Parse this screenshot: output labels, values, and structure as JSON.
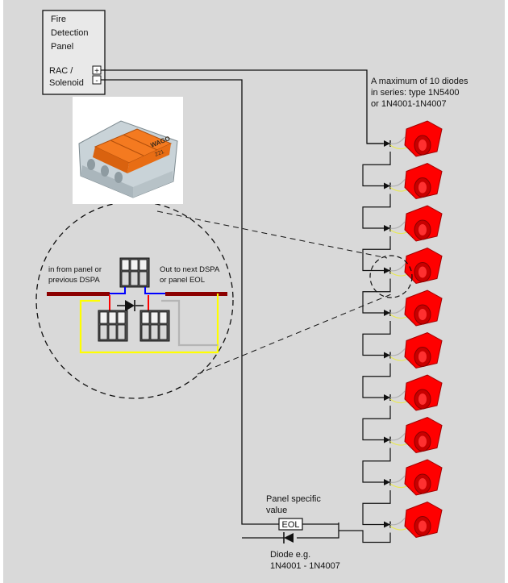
{
  "panel": {
    "title_lines": [
      "Fire",
      "Detection",
      "Panel"
    ],
    "output_lines": [
      "RAC /",
      "Solenoid"
    ],
    "plus_symbol": "+",
    "minus_symbol": "-"
  },
  "diode_note": {
    "lines": [
      "A maximum of 10 diodes",
      "in series: type 1N5400",
      "or 1N4001-1N4007"
    ]
  },
  "connector_photo": {
    "brand_text": "WAGO",
    "model_text": "221"
  },
  "detail": {
    "in_label_lines": [
      "in from panel or",
      "previous DSPA"
    ],
    "out_label_lines": [
      "Out to next DSPA",
      "or panel EOL"
    ]
  },
  "eol": {
    "caption_lines": [
      "Panel specific",
      "value"
    ],
    "box_label": "EOL"
  },
  "end_diode": {
    "caption_lines": [
      "Diode e.g.",
      "1N4001 - 1N4007"
    ]
  },
  "devices": {
    "count": 10,
    "color": "#ff0000",
    "wire_colors": [
      "#e8e85a",
      "#b0b0b0"
    ]
  },
  "colors": {
    "background": "#d9d9d9",
    "wire": "#111111",
    "cable": "#8b0000",
    "positive": "#ff0000",
    "negative": "#0000ff",
    "yellow": "#ffff00",
    "grey": "#b5b5b5"
  }
}
